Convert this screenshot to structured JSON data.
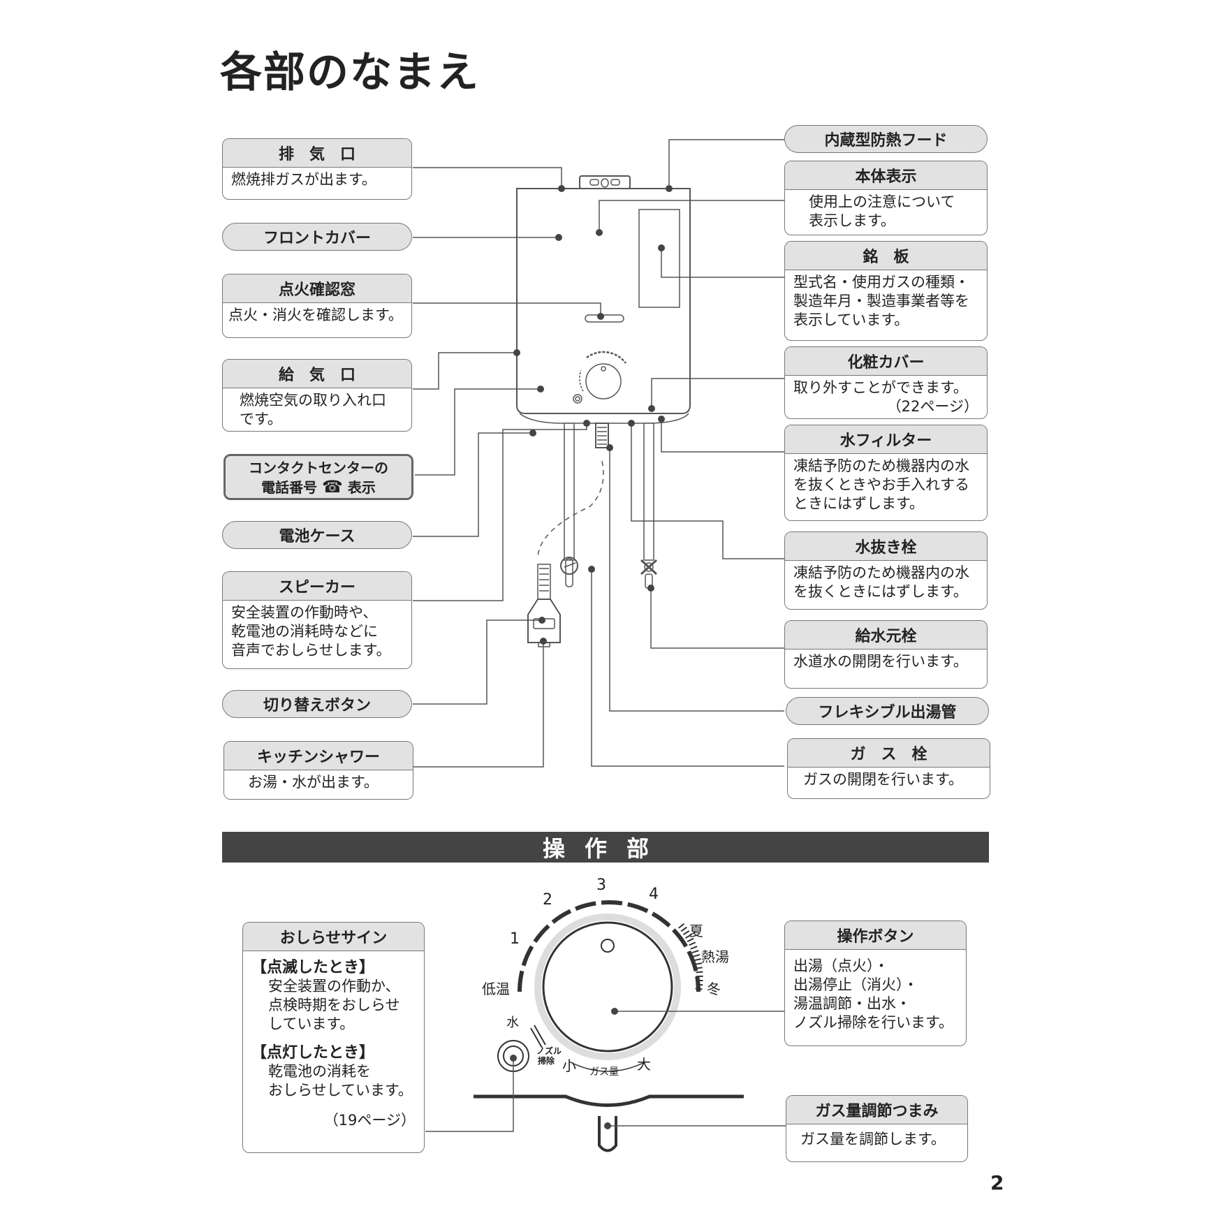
{
  "page_title": "各部のなまえ",
  "page_number": "2",
  "left_labels": {
    "haikiguchi": {
      "title": "排　気　口",
      "lines": [
        "燃焼排ガスが出ます。"
      ]
    },
    "front_cover": {
      "title": "フロントカバー"
    },
    "tenka_kakunin": {
      "title": "点火確認窓",
      "lines": [
        "点火・消火を確認します。"
      ]
    },
    "kyukiguchi": {
      "title": "給　気　口",
      "lines": [
        "燃焼空気の取り入れ口",
        "です。"
      ]
    },
    "contact": {
      "line1": "コンタクトセンターの",
      "line2_a": "電話番号",
      "phone_icon": "☎",
      "line2_b": "表示"
    },
    "denchi_case": {
      "title": "電池ケース"
    },
    "speaker": {
      "title": "スピーカー",
      "lines": [
        "安全装置の作動時や、",
        "乾電池の消耗時などに",
        "音声でおしらせします。"
      ]
    },
    "kirikae": {
      "title": "切り替えボタン"
    },
    "kitchen_shower": {
      "title": "キッチンシャワー",
      "lines": [
        "お湯・水が出ます。"
      ]
    }
  },
  "right_labels": {
    "hood": {
      "title": "内蔵型防熱フード"
    },
    "hontai_hyouji": {
      "title": "本体表示",
      "lines": [
        "使用上の注意について",
        "表示します。"
      ]
    },
    "meiban": {
      "title": "銘　板",
      "lines": [
        "型式名・使用ガスの種類・",
        "製造年月・製造事業者等を",
        "表示しています。"
      ]
    },
    "kesho_cover": {
      "title": "化粧カバー",
      "lines": [
        "取り外すことができます。"
      ],
      "page_ref": "（22ページ）"
    },
    "mizu_filter": {
      "title": "水フィルター",
      "lines": [
        "凍結予防のため機器内の水",
        "を抜くときやお手入れする",
        "ときにはずします。"
      ]
    },
    "mizunuki": {
      "title": "水抜き栓",
      "lines": [
        "凍結予防のため機器内の水",
        "を抜くときにはずします。"
      ]
    },
    "kyusui": {
      "title": "給水元栓",
      "lines": [
        "水道水の開閉を行います。"
      ]
    },
    "flexible": {
      "title": "フレキシブル出湯管"
    },
    "gas_sen": {
      "title": "ガ　ス　栓",
      "lines": [
        "ガスの開閉を行います。"
      ]
    }
  },
  "section": {
    "title": "操作部"
  },
  "operation": {
    "oshirase": {
      "title": "おしらせサイン",
      "blink_head": "【点滅したとき】",
      "blink_lines": [
        "安全装置の作動か、",
        "点検時期をおしらせ",
        "しています。"
      ],
      "lit_head": "【点灯したとき】",
      "lit_lines": [
        "乾電池の消耗を",
        "おしらせしています。"
      ],
      "page_ref": "（19ページ）"
    },
    "sousa_button": {
      "title": "操作ボタン",
      "lines": [
        "出湯（点火）・",
        "出湯停止（消火）・",
        "湯温調節・出水・",
        "ノズル掃除を行います。"
      ]
    },
    "gas_knob": {
      "title": "ガス量調節つまみ",
      "lines": [
        "ガス量を調節します。"
      ]
    },
    "dial": {
      "n1": "1",
      "n2": "2",
      "n3": "3",
      "n4": "4",
      "natsu": "夏",
      "netto": "熱湯",
      "fuyu": "冬",
      "teion": "低温",
      "mizu": "水",
      "nozzle1": "ノズル",
      "nozzle2": "掃除",
      "small": "小",
      "gasryo": "ガス量",
      "large": "大"
    }
  }
}
